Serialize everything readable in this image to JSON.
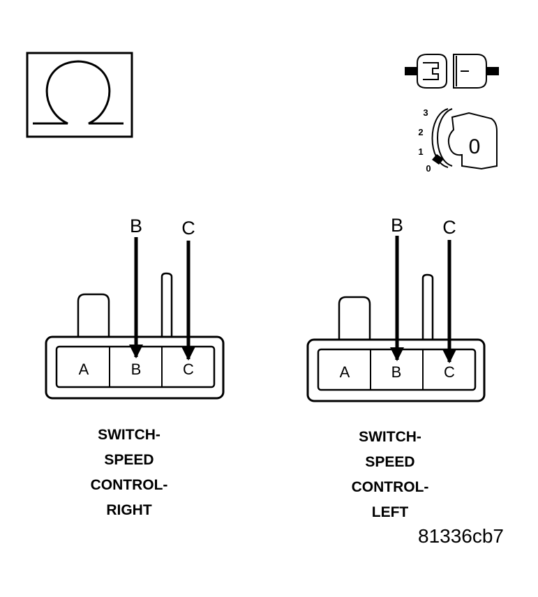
{
  "symbols": {
    "ohmmeter": "ohm-icon",
    "disconnect": "connector-disconnect-icon",
    "ignition": "ignition-key-icon"
  },
  "ignition_positions": [
    "3",
    "2",
    "1",
    "0"
  ],
  "ignition_key_label": "0",
  "connectors": [
    {
      "probe_labels": [
        "B",
        "C"
      ],
      "cavities": [
        "A",
        "B",
        "C"
      ],
      "caption": [
        "SWITCH-",
        "SPEED",
        "CONTROL-",
        "RIGHT"
      ]
    },
    {
      "probe_labels": [
        "B",
        "C"
      ],
      "cavities": [
        "A",
        "B",
        "C"
      ],
      "caption": [
        "SWITCH-",
        "SPEED",
        "CONTROL-",
        "LEFT"
      ]
    }
  ],
  "figure_id": "81336cb7"
}
